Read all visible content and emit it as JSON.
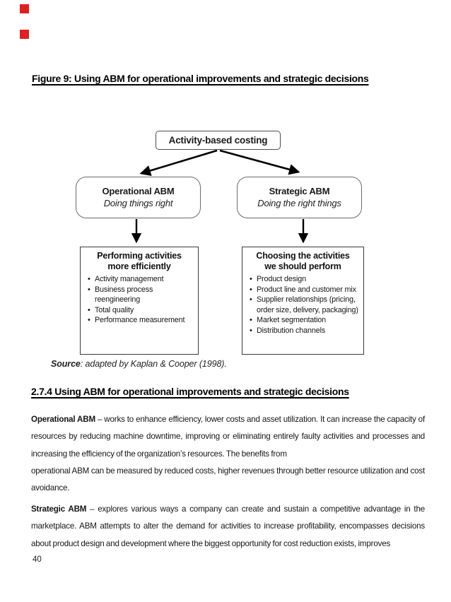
{
  "page": {
    "number": "40",
    "figure_title": "Figure 9: Using ABM for operational improvements and strategic decisions",
    "section_heading": "2.7.4 Using ABM for operational improvements and strategic decisions"
  },
  "annotations": {
    "red_mark_color": "#e02020"
  },
  "diagram": {
    "root_box": {
      "label": "Activity-based costing"
    },
    "left_branch": {
      "title": "Operational ABM",
      "subtitle": "Doing things right"
    },
    "right_branch": {
      "title": "Strategic ABM",
      "subtitle": "Doing the right things"
    },
    "left_list": {
      "title_line1": "Performing activities",
      "title_line2": "more efficiently",
      "items": [
        "Activity management",
        "Business process reengineering",
        "Total quality",
        "Performance measurement"
      ]
    },
    "right_list": {
      "title_line1": "Choosing the activities",
      "title_line2": "we should perform",
      "items": [
        "Product design",
        "Product line and customer mix",
        "Supplier relationships (pricing, order size, delivery, packaging)",
        "Market segmentation",
        "Distribution channels"
      ]
    },
    "source_label": "Source",
    "source_text": ": adapted by Kaplan & Cooper (1998)."
  },
  "body": {
    "para1_lead": "Operational ABM",
    "para1_text": " – works to enhance efficiency, lower costs and asset utilization. It can increase the capacity of resources by reducing machine downtime, improving or eliminating entirely faulty activities and processes and increasing the efficiency of the organization’s resources. The benefits from",
    "para2_text": "operational ABM can be measured by reduced costs, higher revenues through better resource utilization and cost avoidance.",
    "para3_lead": "Strategic ABM",
    "para3_text": " – explores various ways a company can create and sustain a competitive advantage in the marketplace.  ABM attempts to alter the demand for activities to increase profitability, encompasses decisions about product design and development where the biggest opportunity for cost reduction exists,  improves"
  }
}
